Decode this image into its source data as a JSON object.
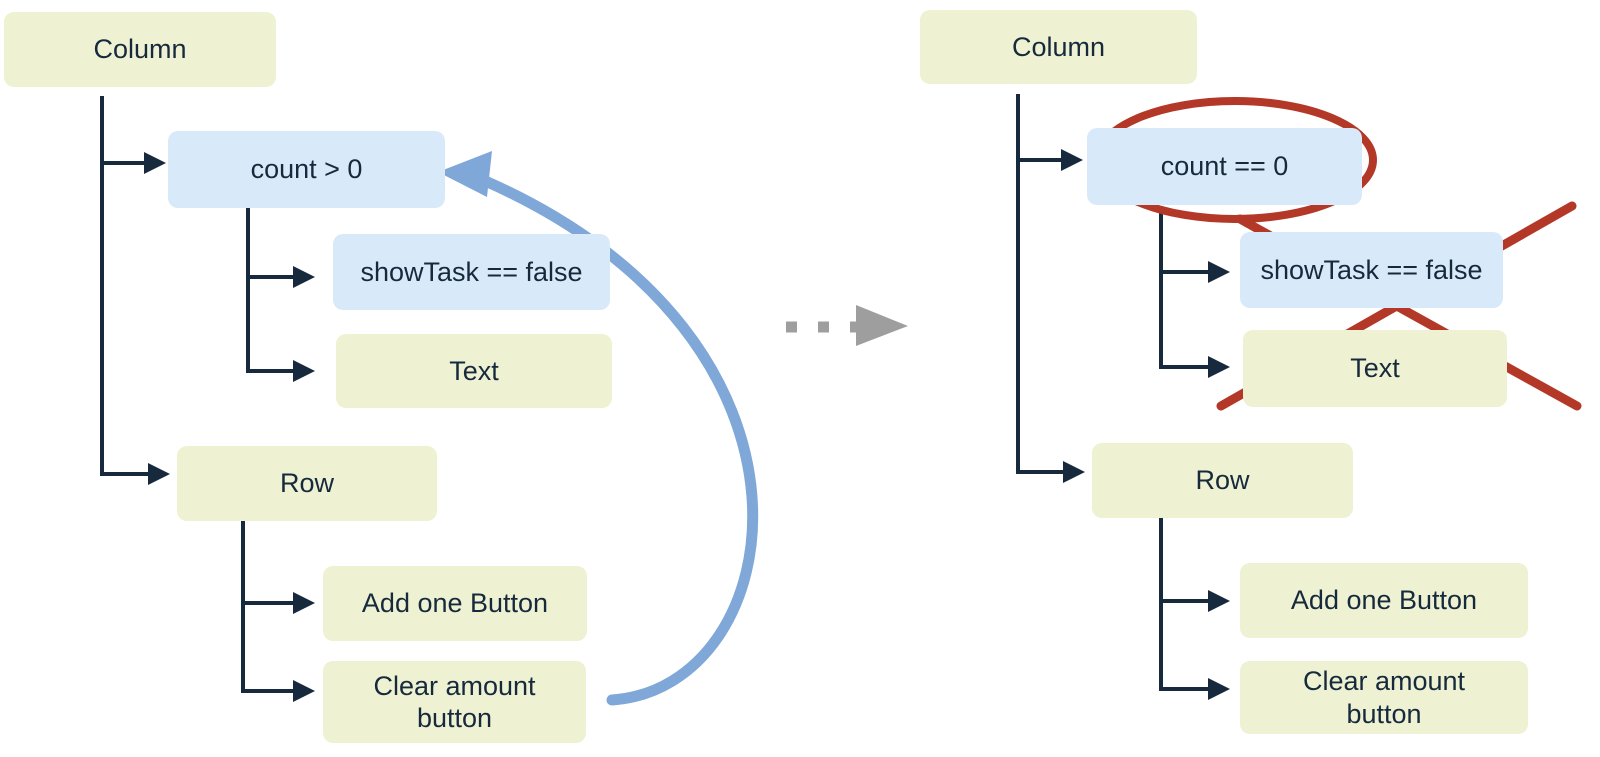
{
  "diagram": {
    "left_tree": {
      "column": "Column",
      "condition": "count > 0",
      "show_task": "showTask == false",
      "text": "Text",
      "row": "Row",
      "add_one_button": "Add one Button",
      "clear_amount_button": "Clear amount button"
    },
    "right_tree": {
      "column": "Column",
      "condition": "count == 0",
      "show_task": "showTask == false",
      "text": "Text",
      "row": "Row",
      "add_one_button": "Add one Button",
      "clear_amount_button": "Clear amount button"
    },
    "graphics": {
      "loop_arrow": {
        "type": "curved-arrow",
        "from": "Clear amount button",
        "to": "count > 0",
        "color": "#7FA8D8"
      },
      "transition_arrow": {
        "type": "dashed-arrow",
        "direction": "right",
        "color": "#9E9E9E"
      },
      "highlight_ellipse": {
        "around": "count == 0",
        "color": "#B33828"
      },
      "cross_out_x": {
        "over": [
          "showTask == false",
          "Text"
        ],
        "color": "#B33828"
      }
    }
  },
  "colors": {
    "background": "#FFFFFF",
    "node_yellow": "#EEF2D2",
    "node_blue": "#D8EAFA",
    "line_dark": "#172A3D",
    "text_dark": "#172A3D",
    "loop_blue": "#7FA8D8",
    "dash_gray": "#9E9E9E",
    "annotation_red": "#B33828"
  }
}
